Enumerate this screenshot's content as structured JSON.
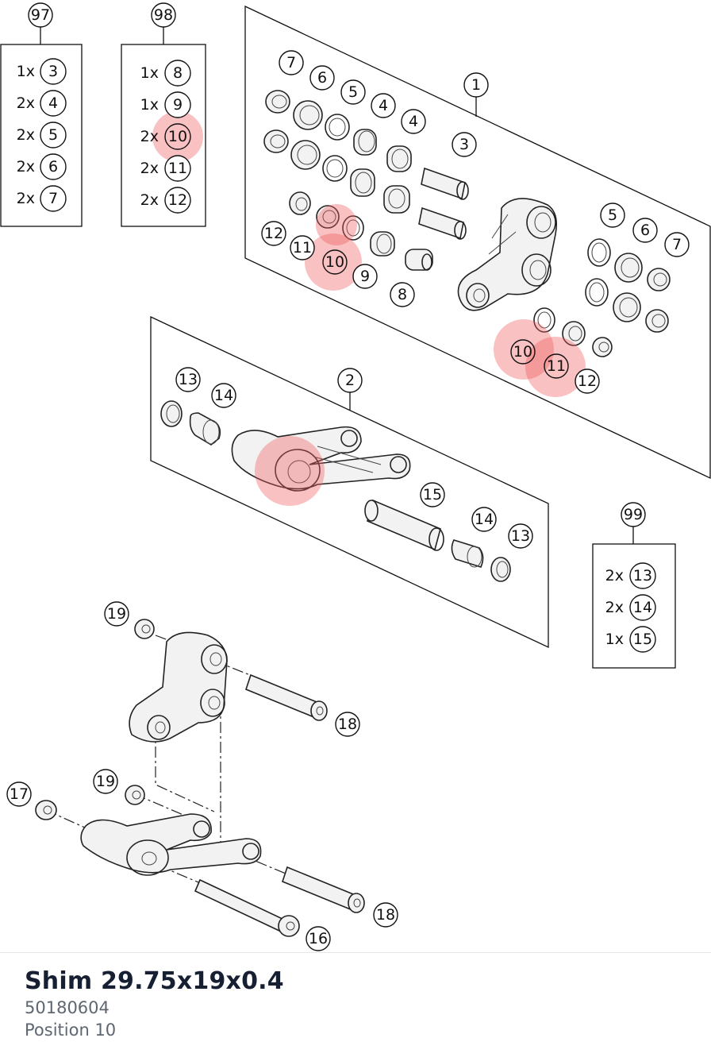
{
  "part": {
    "name": "Shim 29.75x19x0.4",
    "number": "50180604",
    "position": "Position 10"
  },
  "kits": [
    {
      "id": "97",
      "items": [
        {
          "qty": "1x",
          "ref": "3"
        },
        {
          "qty": "2x",
          "ref": "4"
        },
        {
          "qty": "2x",
          "ref": "5"
        },
        {
          "qty": "2x",
          "ref": "6"
        },
        {
          "qty": "2x",
          "ref": "7"
        }
      ]
    },
    {
      "id": "98",
      "items": [
        {
          "qty": "1x",
          "ref": "8"
        },
        {
          "qty": "1x",
          "ref": "9"
        },
        {
          "qty": "2x",
          "ref": "10"
        },
        {
          "qty": "2x",
          "ref": "11"
        },
        {
          "qty": "2x",
          "ref": "12"
        }
      ]
    },
    {
      "id": "99",
      "items": [
        {
          "qty": "2x",
          "ref": "13"
        },
        {
          "qty": "2x",
          "ref": "14"
        },
        {
          "qty": "1x",
          "ref": "15"
        }
      ]
    }
  ],
  "callouts": [
    "1",
    "2",
    "3",
    "4",
    "4",
    "5",
    "5",
    "6",
    "6",
    "7",
    "7",
    "8",
    "9",
    "10",
    "10",
    "11",
    "11",
    "12",
    "12",
    "13",
    "13",
    "14",
    "14",
    "15",
    "16",
    "17",
    "18",
    "18",
    "19",
    "19"
  ],
  "highlight": {
    "ref": "10",
    "color": "#f05c5c"
  }
}
